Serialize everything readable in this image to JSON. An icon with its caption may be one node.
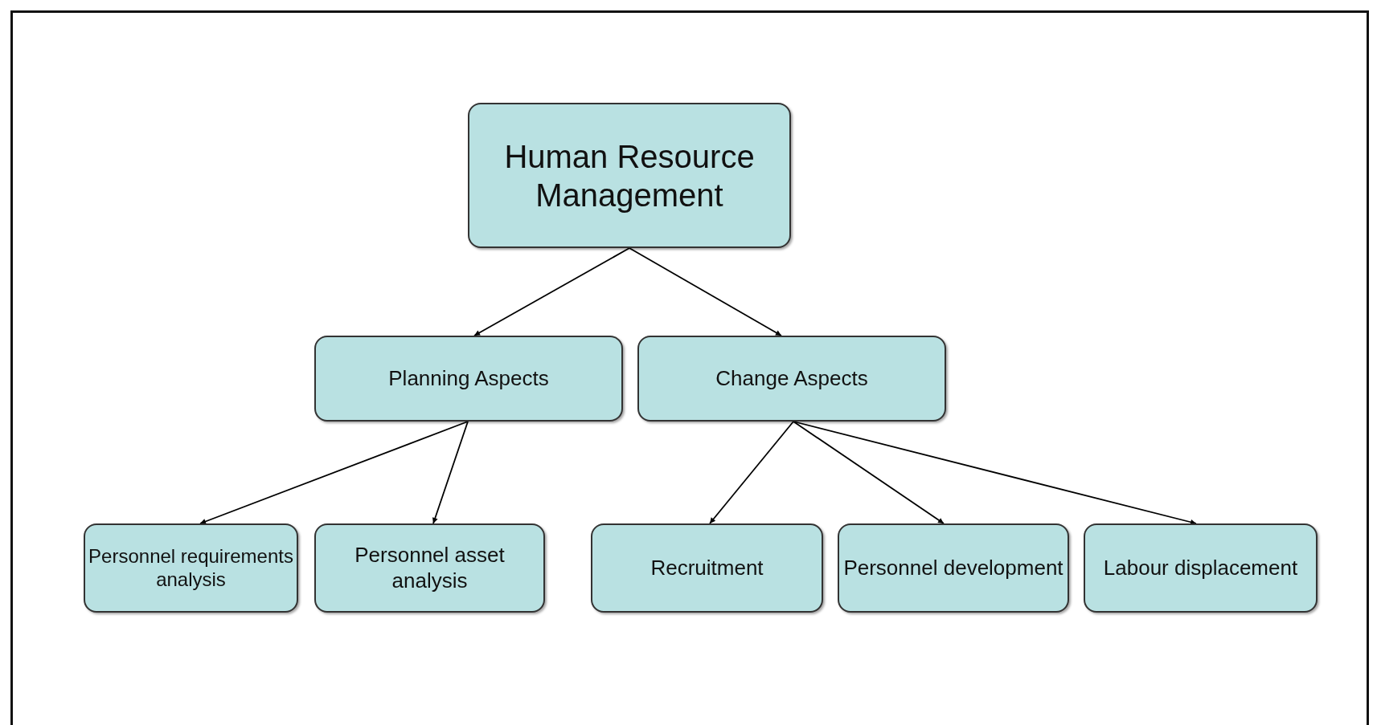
{
  "diagram": {
    "nodes": [
      {
        "text": [
          "Human Resource Management"
        ]
      },
      {
        "text": [
          "Planning Aspects"
        ]
      },
      {
        "text": [
          "Change Aspects"
        ]
      },
      {
        "text": [
          "Personnel requirements analysis"
        ]
      },
      {
        "text": [
          "Personnel asset analysis"
        ]
      },
      {
        "text": [
          "Recruitment"
        ]
      },
      {
        "text": [
          "Personnel development"
        ]
      },
      {
        "text": [
          "Labour displacement"
        ]
      }
    ],
    "edges": [
      {
        "from": 0,
        "to": 1,
        "arrow": "to"
      },
      {
        "from": 0,
        "to": 2,
        "arrow": "to"
      },
      {
        "from": 1,
        "to": 3,
        "arrow": "to"
      },
      {
        "from": 1,
        "to": 4,
        "arrow": "to"
      },
      {
        "from": 2,
        "to": 5,
        "arrow": "to"
      },
      {
        "from": 2,
        "to": 6,
        "arrow": "to"
      },
      {
        "from": 2,
        "to": 7,
        "arrow": "to"
      }
    ]
  }
}
